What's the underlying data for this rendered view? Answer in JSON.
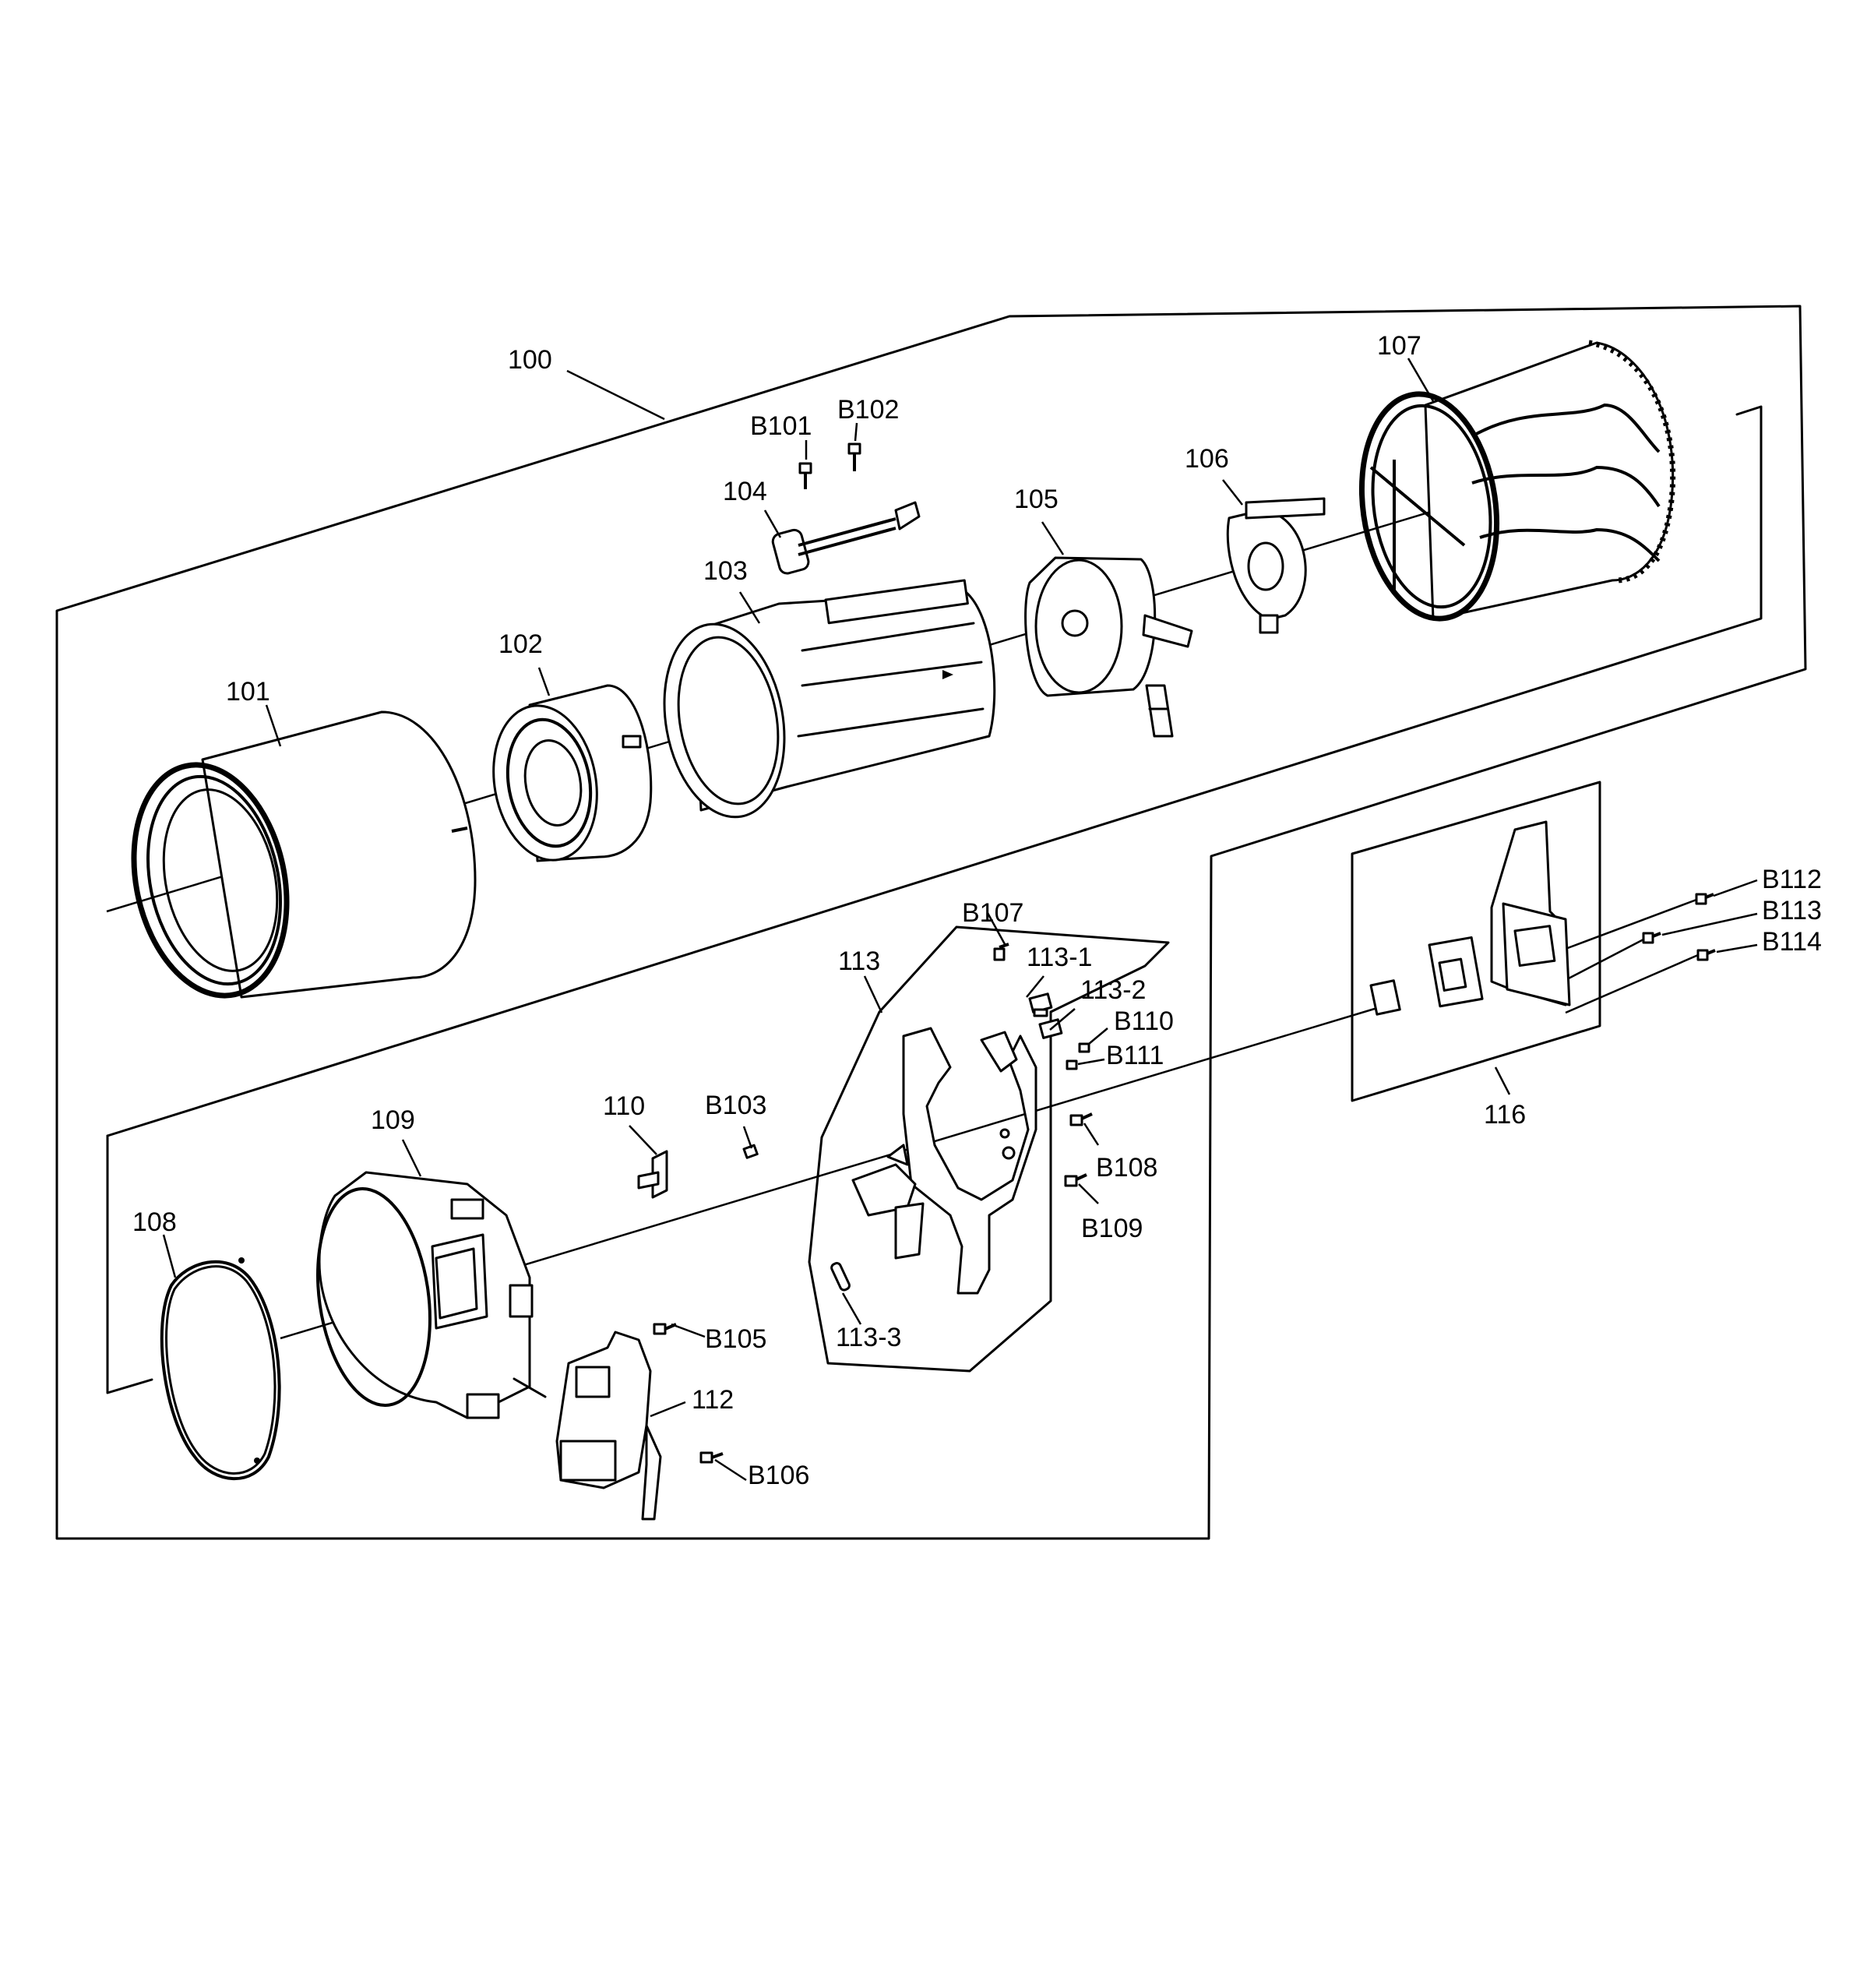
{
  "callouts": {
    "c100": "100",
    "c101": "101",
    "c102": "102",
    "c103": "103",
    "c104": "104",
    "c105": "105",
    "c106": "106",
    "c107": "107",
    "c108": "108",
    "c109": "109",
    "c110": "110",
    "c112": "112",
    "c113": "113",
    "c113_1": "113-1",
    "c113_2": "113-2",
    "c113_3": "113-3",
    "c116": "116",
    "b101": "B101",
    "b102": "B102",
    "b103": "B103",
    "b105": "B105",
    "b106": "B106",
    "b107": "B107",
    "b108": "B108",
    "b109": "B109",
    "b110": "B110",
    "b111": "B111",
    "b112": "B112",
    "b113": "B113",
    "b114": "B114"
  }
}
